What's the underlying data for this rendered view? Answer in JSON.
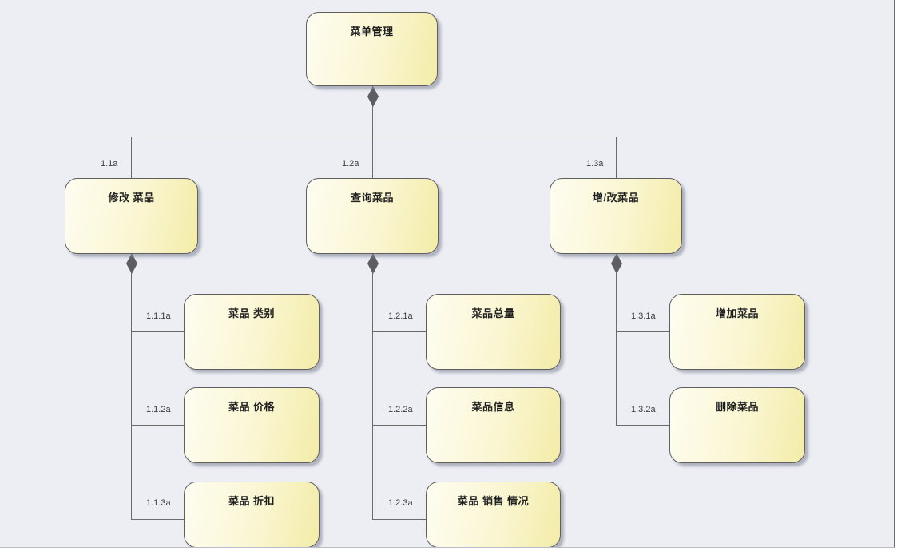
{
  "diagram": {
    "title": "menu-management-decomposition",
    "colors": {
      "background": "#eceef4",
      "node_fill_light": "#fefdf0",
      "node_fill_dark": "#f3eca8",
      "node_border": "#5f5f5f",
      "connector": "#6b6b6b",
      "diamond": "#5d5e63"
    },
    "root": {
      "label": "菜单管理"
    },
    "branches": [
      {
        "edge_label": "1.1a",
        "label": "修改 菜品",
        "children": [
          {
            "edge_label": "1.1.1a",
            "label": "菜品 类别"
          },
          {
            "edge_label": "1.1.2a",
            "label": "菜品 价格"
          },
          {
            "edge_label": "1.1.3a",
            "label": "菜品 折扣"
          }
        ]
      },
      {
        "edge_label": "1.2a",
        "label": "查询菜品",
        "children": [
          {
            "edge_label": "1.2.1a",
            "label": "菜品总量"
          },
          {
            "edge_label": "1.2.2a",
            "label": "菜品信息"
          },
          {
            "edge_label": "1.2.3a",
            "label": "菜品 销售 情况"
          }
        ]
      },
      {
        "edge_label": "1.3a",
        "label": "增/改菜品",
        "children": [
          {
            "edge_label": "1.3.1a",
            "label": "增加菜品"
          },
          {
            "edge_label": "1.3.2a",
            "label": "删除菜品"
          }
        ]
      }
    ]
  }
}
